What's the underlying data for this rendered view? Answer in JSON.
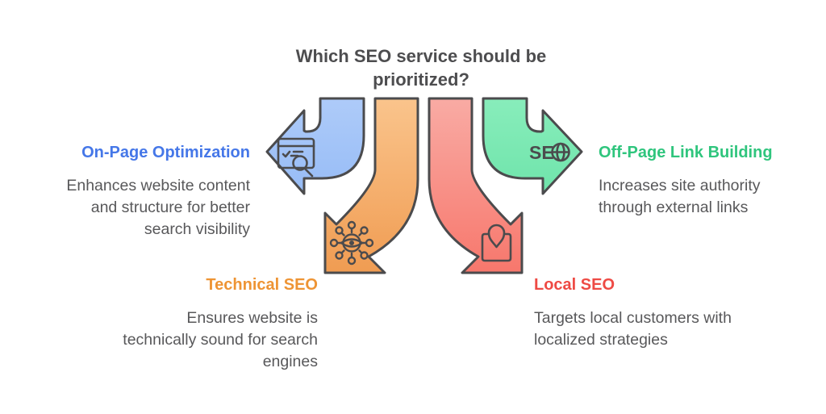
{
  "title": {
    "lines": [
      "Which SEO service should be",
      "prioritized?"
    ]
  },
  "items": [
    {
      "id": "on-page-optimization",
      "label": "On-Page Optimization",
      "accent_color": "#4577e8",
      "arrow_fill": "#a4c6f8",
      "arrow_direction": "left",
      "icon": "browser-search-icon",
      "desc_lines": [
        "Enhances website content",
        "and structure for better",
        "search visibility"
      ]
    },
    {
      "id": "off-page-link-building",
      "label": "Off-Page Link Building",
      "accent_color": "#2fc57d",
      "arrow_fill": "#7fe9b5",
      "arrow_direction": "right",
      "icon": "seo-globe-icon",
      "arrow_label": "SE",
      "desc_lines": [
        "Increases site authority",
        "through external links"
      ]
    },
    {
      "id": "technical-seo",
      "label": "Technical SEO",
      "accent_color": "#ee9434",
      "arrow_fill": "#f6b271",
      "arrow_direction": "down-left",
      "icon": "gear-network-icon",
      "desc_lines": [
        "Ensures website is",
        "technically sound for search",
        "engines"
      ]
    },
    {
      "id": "local-seo",
      "label": "Local SEO",
      "accent_color": "#ee4a44",
      "arrow_fill": "#f8938a",
      "arrow_direction": "down-right",
      "icon": "location-pin-box-icon",
      "desc_lines": [
        "Targets local customers with",
        "localized strategies"
      ]
    }
  ],
  "colors": {
    "outline": "#4b4b4d",
    "title_text": "#4d4d4f",
    "body_text": "#58585a",
    "background": "#ffffff",
    "blue_gradient": [
      "#aecbf9",
      "#97bcf6"
    ],
    "orange_gradient": [
      "#fac48c",
      "#f09c52"
    ],
    "red_gradient": [
      "#f9aba4",
      "#f7776c"
    ],
    "green_gradient": [
      "#88edbb",
      "#6fe4ab"
    ]
  }
}
